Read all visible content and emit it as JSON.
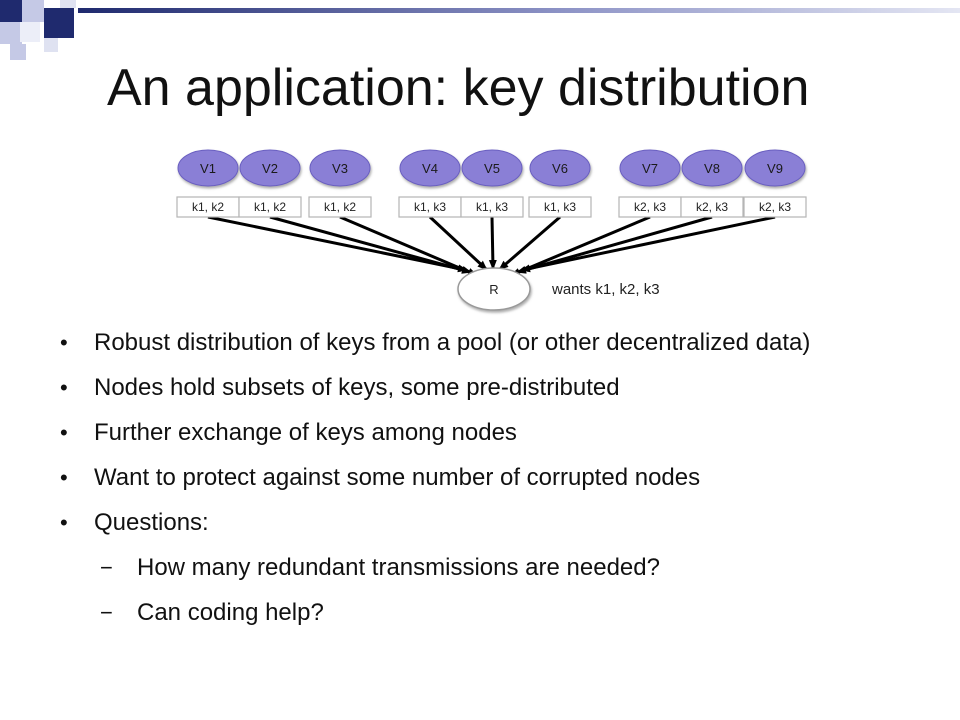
{
  "slide": {
    "title": "An application: key distribution"
  },
  "diagram": {
    "nodes": [
      {
        "label": "V1",
        "keys": "k1, k2"
      },
      {
        "label": "V2",
        "keys": "k1, k2"
      },
      {
        "label": "V3",
        "keys": "k1, k2"
      },
      {
        "label": "V4",
        "keys": "k1, k3"
      },
      {
        "label": "V5",
        "keys": "k1, k3"
      },
      {
        "label": "V6",
        "keys": "k1, k3"
      },
      {
        "label": "V7",
        "keys": "k2, k3"
      },
      {
        "label": "V8",
        "keys": "k2, k3"
      },
      {
        "label": "V9",
        "keys": "k2, k3"
      }
    ],
    "receiver": {
      "label": "R",
      "note": "wants k1, k2, k3"
    }
  },
  "bullets": [
    {
      "marker": "•",
      "text": "Robust distribution of keys from a pool (or other decentralized data)",
      "level": 1
    },
    {
      "marker": "•",
      "text": "Nodes hold subsets of keys, some pre-distributed",
      "level": 1
    },
    {
      "marker": "•",
      "text": "Further exchange of keys among nodes",
      "level": 1
    },
    {
      "marker": "•",
      "text": "Want to protect against some number of corrupted nodes",
      "level": 1
    },
    {
      "marker": "•",
      "text": "Questions:",
      "level": 1
    },
    {
      "marker": "−",
      "text": "How many redundant transmissions are needed?",
      "level": 2
    },
    {
      "marker": "−",
      "text": "Can coding help?",
      "level": 2
    }
  ],
  "colors": {
    "node_fill": "#8a7fd6",
    "node_stroke": "#6a5fc0",
    "deco_navy": "#1f2a6e",
    "deco_light": "#b3b8dd"
  }
}
